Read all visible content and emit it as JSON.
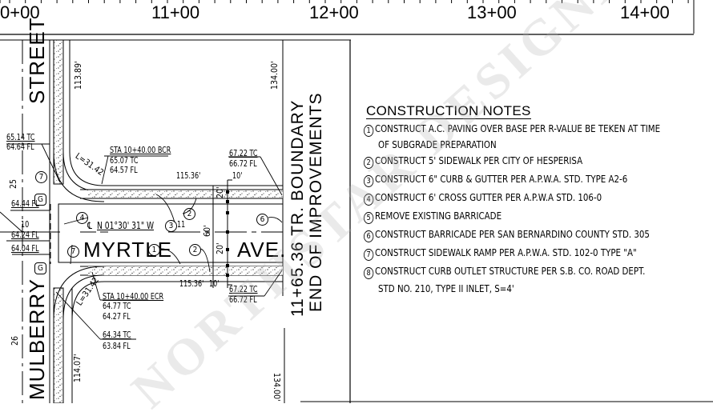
{
  "station_ruler": {
    "labels": [
      "0+00",
      "11+00",
      "12+00",
      "13+00",
      "14+00"
    ]
  },
  "streets": {
    "street_vertical_top": "STREET",
    "street_vertical_bottom": "MULBERRY",
    "myrtle": "MYRTLE",
    "ave": "AVE."
  },
  "centerline": {
    "bearing": "N 01°30' 31\" W",
    "symbol": "℄"
  },
  "annotations": {
    "left_top_tc": "65.14 TC",
    "left_top_fl": "64.64 FL",
    "left_fl_1": "64.44 FL",
    "left_fl_2": "64.24 FL",
    "left_fl_3": "64.04 FL",
    "dim_25": "25",
    "dim_10": "10",
    "dim_26": "26",
    "dim_113": "113.89'",
    "dim_114": "114.07'",
    "dim_134_top": "134.00'",
    "dim_134_bottom": "134.00'",
    "bcr_sta": "STA 10+40.00 BCR",
    "bcr_tc": "65.07 TC",
    "bcr_fl": "64.57 FL",
    "ecr_sta": "STA 10+40.00 ECR",
    "ecr_tc": "64.77 TC",
    "ecr_fl": "64.27 FL",
    "low_tc": "64.34 TC",
    "low_fl": "63.84 FL",
    "radius_top": "L=31.42",
    "radius_bottom": "L=31.42",
    "dim_115_top": "115.36'",
    "dim_115_bottom": "115.36'",
    "dim_10_top": "10'",
    "dim_10_bottom": "10'",
    "right_top_tc": "67.22 TC",
    "right_top_fl": "66.72 FL",
    "right_bot_tc": "67.22 TC",
    "right_bot_fl": "66.72 FL",
    "dim_20_top": "20'",
    "dim_20_bottom": "20'",
    "dim_60": "60'",
    "station_11": "11",
    "boundary_line1": "11+65.36 TR. BOUNDARY",
    "boundary_line2": "END OF IMPROVEMENTS",
    "callout_G": "G",
    "callouts": [
      "1",
      "2",
      "2",
      "2",
      "3",
      "4",
      "6",
      "7",
      "7"
    ]
  },
  "construction_notes": {
    "title": "CONSTRUCTION NOTES",
    "items": [
      {
        "num": "1",
        "text": "CONSTRUCT A.C. PAVING OVER BASE PER R-VALUE BE TEKEN AT TIME",
        "cont": "OF SUBGRADE PREPARATION"
      },
      {
        "num": "2",
        "text": "CONSTRUCT 5' SIDEWALK PER CITY OF HESPERISA"
      },
      {
        "num": "3",
        "text": "CONSTRUCT 6\" CURB & GUTTER PER A.P.W.A. STD. TYPE A2-6"
      },
      {
        "num": "4",
        "text": "CONSTRUCT 6' CROSS GUTTER PER A.P.W.A STD. 106-0"
      },
      {
        "num": "5",
        "text": "REMOVE EXISTING BARRICADE"
      },
      {
        "num": "6",
        "text": "CONSTRUCT BARRICADE PER SAN BERNARDINO COUNTY STD. 305"
      },
      {
        "num": "7",
        "text": "CONSTRUCT SIDEWALK RAMP PER A.P.W.A. STD. 102-0 TYPE \"A\""
      },
      {
        "num": "8",
        "text": "CONSTRUCT CURB OUTLET STRUCTURE PER S.B. CO. ROAD DEPT.",
        "cont": "STD NO. 210, TYPE II INLET, S=4'"
      }
    ]
  },
  "watermark": "NORTHSTAR DESIGNERS",
  "colors": {
    "line": "#000000",
    "background": "#ffffff",
    "watermark": "#b4b4b4"
  }
}
